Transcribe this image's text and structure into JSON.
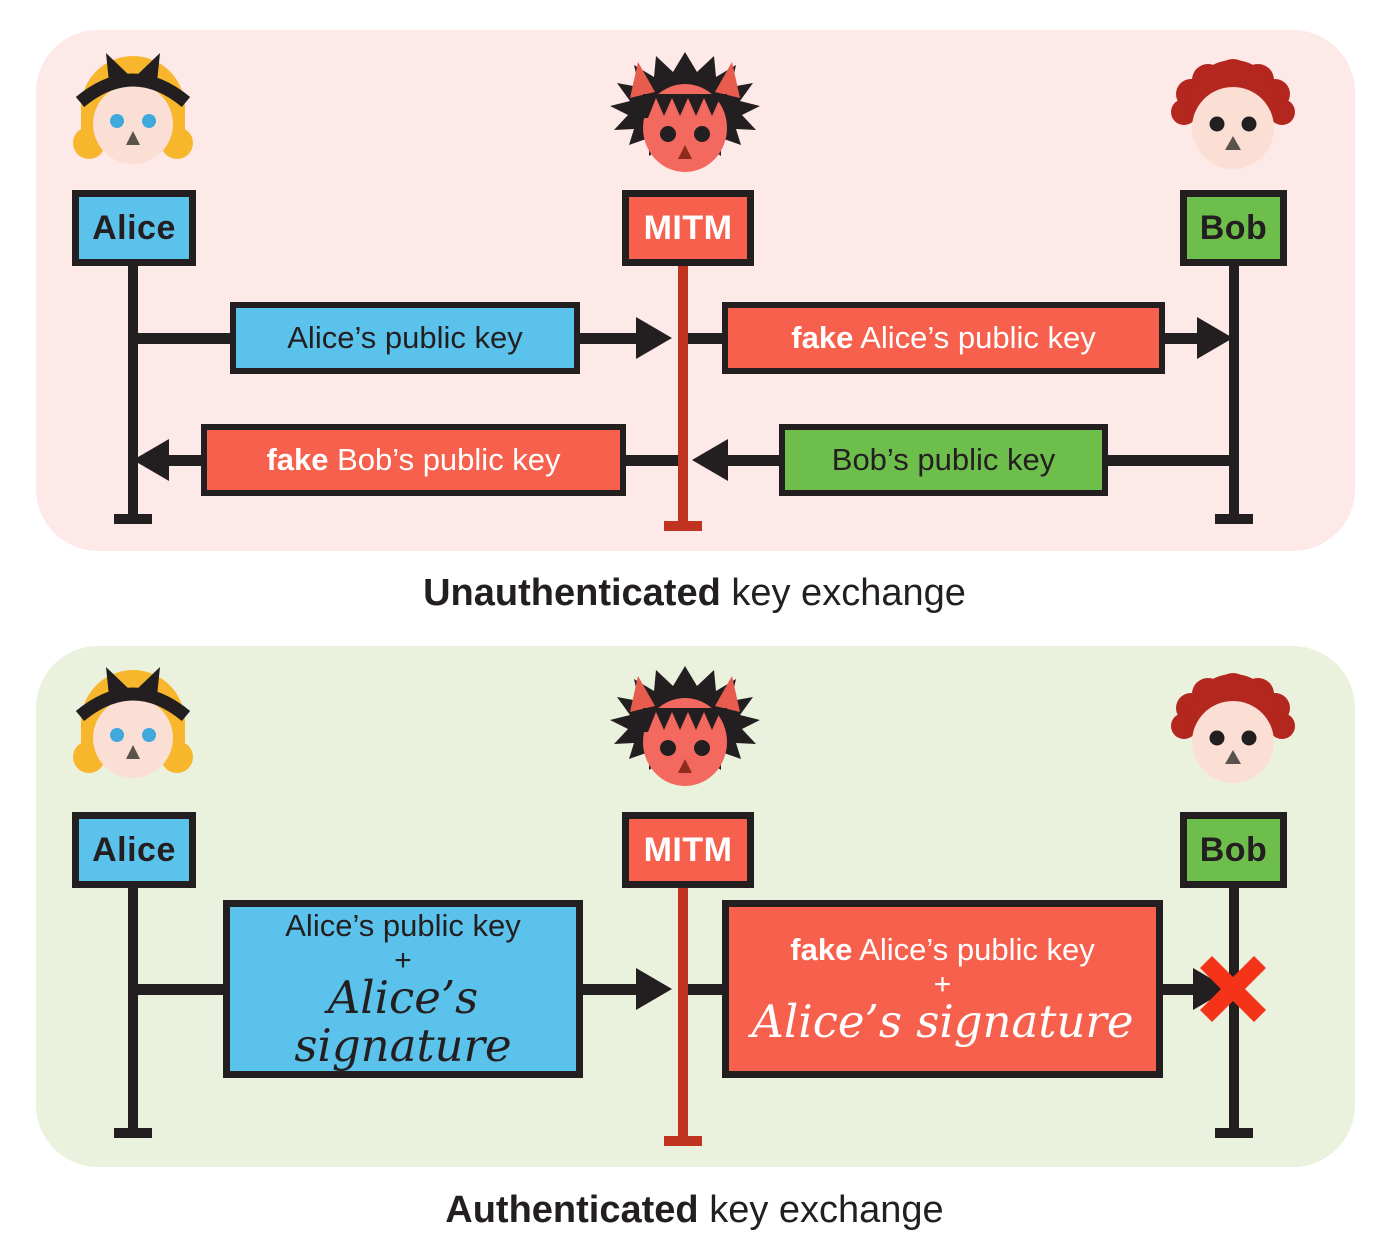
{
  "colors": {
    "panel_pink": "#FCE9E8",
    "panel_green": "#EAF1DD",
    "ink": "#231F20",
    "blue": "#5BC2EB",
    "green": "#6EBE4C",
    "red": "#F6604D",
    "darkred": "#C0341F",
    "cross_red": "#F43319",
    "skin": "#FBDFD5",
    "mitm_skin": "#F4695F",
    "horn": "#E85C4D",
    "alice_hair": "#F8B62D",
    "alice_eyes": "#3FA9DC",
    "bob_hair": "#B3271E",
    "nose": "#5A524D",
    "mitm_nose": "#8E2B1D"
  },
  "actors": {
    "alice": "Alice",
    "mitm": "MITM",
    "bob": "Bob"
  },
  "icons": {
    "alice_avatar": "girl-face-with-headband",
    "mitm_avatar": "devil-face-with-horns",
    "bob_avatar": "boy-face-with-curly-hair",
    "reject": "red-x-cross"
  },
  "top": {
    "alice_to_mitm": {
      "text": "Alice’s public key"
    },
    "mitm_to_bob": {
      "bold": "fake",
      "rest": " Alice’s public key"
    },
    "mitm_to_alice": {
      "bold": "fake",
      "rest": " Bob’s public key"
    },
    "bob_to_mitm": {
      "text": "Bob’s public key"
    },
    "caption": {
      "bold": "Unauthenticated",
      "rest": " key exchange"
    }
  },
  "bottom": {
    "alice_to_mitm": {
      "line1": "Alice’s public key",
      "plus": "+",
      "line2": "Alice’s signature"
    },
    "mitm_to_bob": {
      "bold": "fake",
      "line1_rest": " Alice’s public key",
      "plus": "+",
      "line2": "Alice’s signature"
    },
    "caption": {
      "bold": "Authenticated",
      "rest": " key exchange"
    }
  }
}
